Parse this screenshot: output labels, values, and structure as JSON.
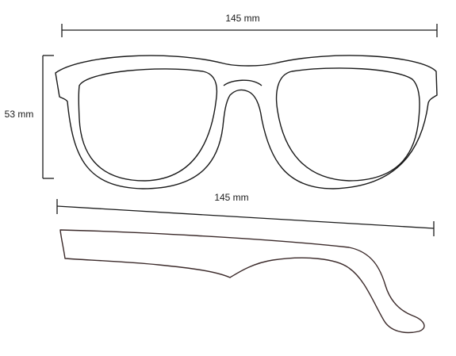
{
  "dimensions": {
    "frame_width": "145 mm",
    "frame_height": "53 mm",
    "temple_length": "145 mm"
  },
  "colors": {
    "outline": "#1a1a1a",
    "temple_outline": "#3b2a2a",
    "background": "#ffffff"
  }
}
